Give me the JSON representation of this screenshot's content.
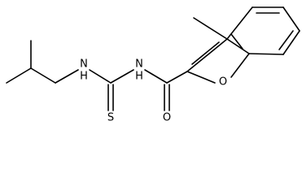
{
  "molecule": {
    "atom_labels": {
      "n_amine": "N",
      "h_amine": "H",
      "n_amide": "N",
      "h_amide": "H",
      "sulfur": "S",
      "oxygen_carbonyl": "O",
      "oxygen_furan": "O"
    }
  }
}
